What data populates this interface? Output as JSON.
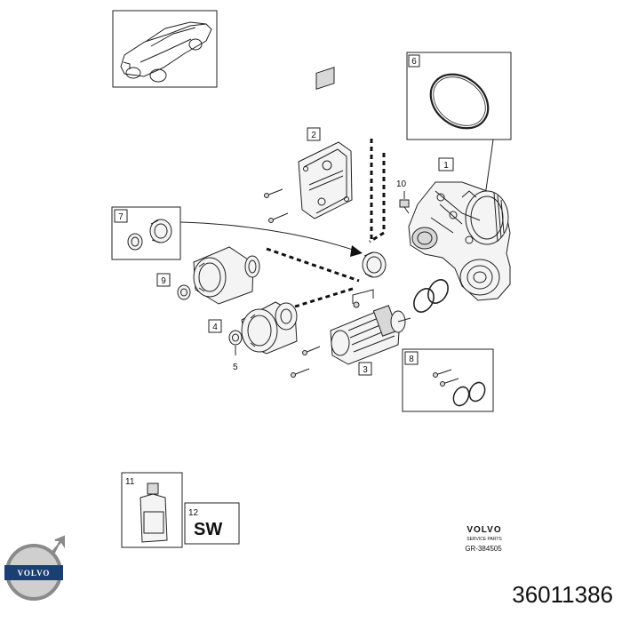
{
  "callouts": {
    "c1": "1",
    "c2": "2",
    "c3": "3",
    "c4": "4",
    "c5": "5",
    "c6": "6",
    "c7": "7",
    "c8": "8",
    "c9": "9",
    "c10": "10",
    "c11": "11",
    "c12": "12"
  },
  "sw_label": "SW",
  "brand": {
    "wordmark": "VOLVO",
    "sub": "SERVICE PARTS",
    "ref": "GR-384505",
    "logo_text": "VOLVO"
  },
  "part_number": "36011386",
  "colors": {
    "line": "#222222",
    "fill": "#f4f4f4",
    "logo": "#1c3f73",
    "logo_ring": "#8a8a8a"
  }
}
